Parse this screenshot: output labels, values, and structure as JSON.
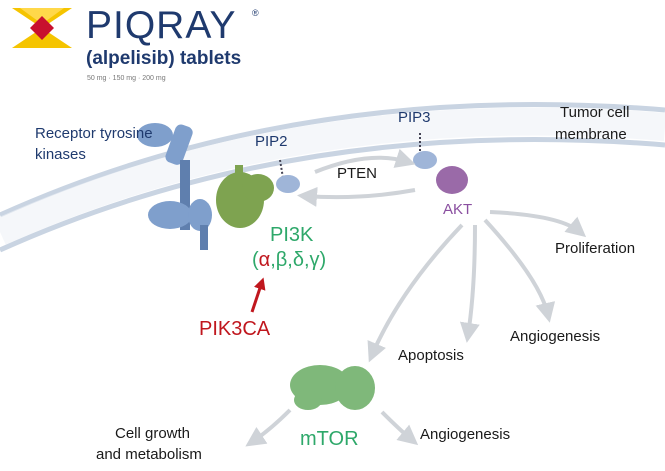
{
  "logo": {
    "brand": "PIQRAY",
    "registered": "®",
    "subtitle": "(alpelisib) tablets",
    "doses": "50 mg · 150 mg · 200 mg"
  },
  "labels": {
    "receptor_line1": "Receptor tyrosine",
    "receptor_line2": "kinases",
    "pip2": "PIP2",
    "pip3": "PIP3",
    "membrane_line1": "Tumor cell",
    "membrane_line2": "membrane",
    "pten": "PTEN",
    "akt": "AKT",
    "pi3k": "PI3K",
    "isoform_open": "(",
    "isoform_alpha": "α",
    "isoform_rest": ",β,δ,γ)",
    "pik3ca": "PIK3CA",
    "proliferation": "Proliferation",
    "angiogenesis_1": "Angiogenesis",
    "apoptosis": "Apoptosis",
    "mtor": "mTOR",
    "cell_growth_line1": "Cell growth",
    "cell_growth_line2": "and metabolism",
    "angiogenesis_2": "Angiogenesis"
  },
  "colors": {
    "navy": "#1f3a6e",
    "green": "#2ea86a",
    "red": "#c0171e",
    "purple": "#8a4fa0",
    "arrow": "#cfd3d8"
  }
}
